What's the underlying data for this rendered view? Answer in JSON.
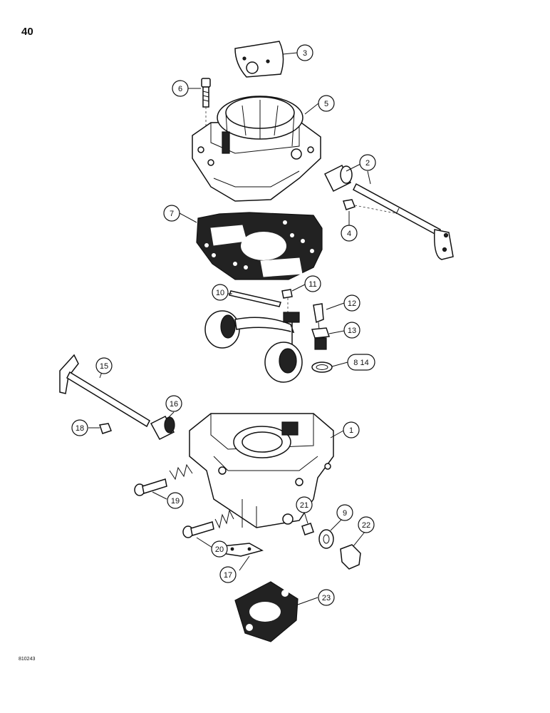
{
  "page_number": "40",
  "figure_code": "810243",
  "callouts": {
    "c1": "1",
    "c2": "2",
    "c3": "3",
    "c4": "4",
    "c5": "5",
    "c6": "6",
    "c7": "7",
    "c8_14": "8 14",
    "c9": "9",
    "c10": "10",
    "c11": "11",
    "c12": "12",
    "c13": "13",
    "c15": "15",
    "c16": "16",
    "c17": "17",
    "c18": "18",
    "c19": "19",
    "c20": "20",
    "c21": "21",
    "c22": "22",
    "c23": "23"
  }
}
